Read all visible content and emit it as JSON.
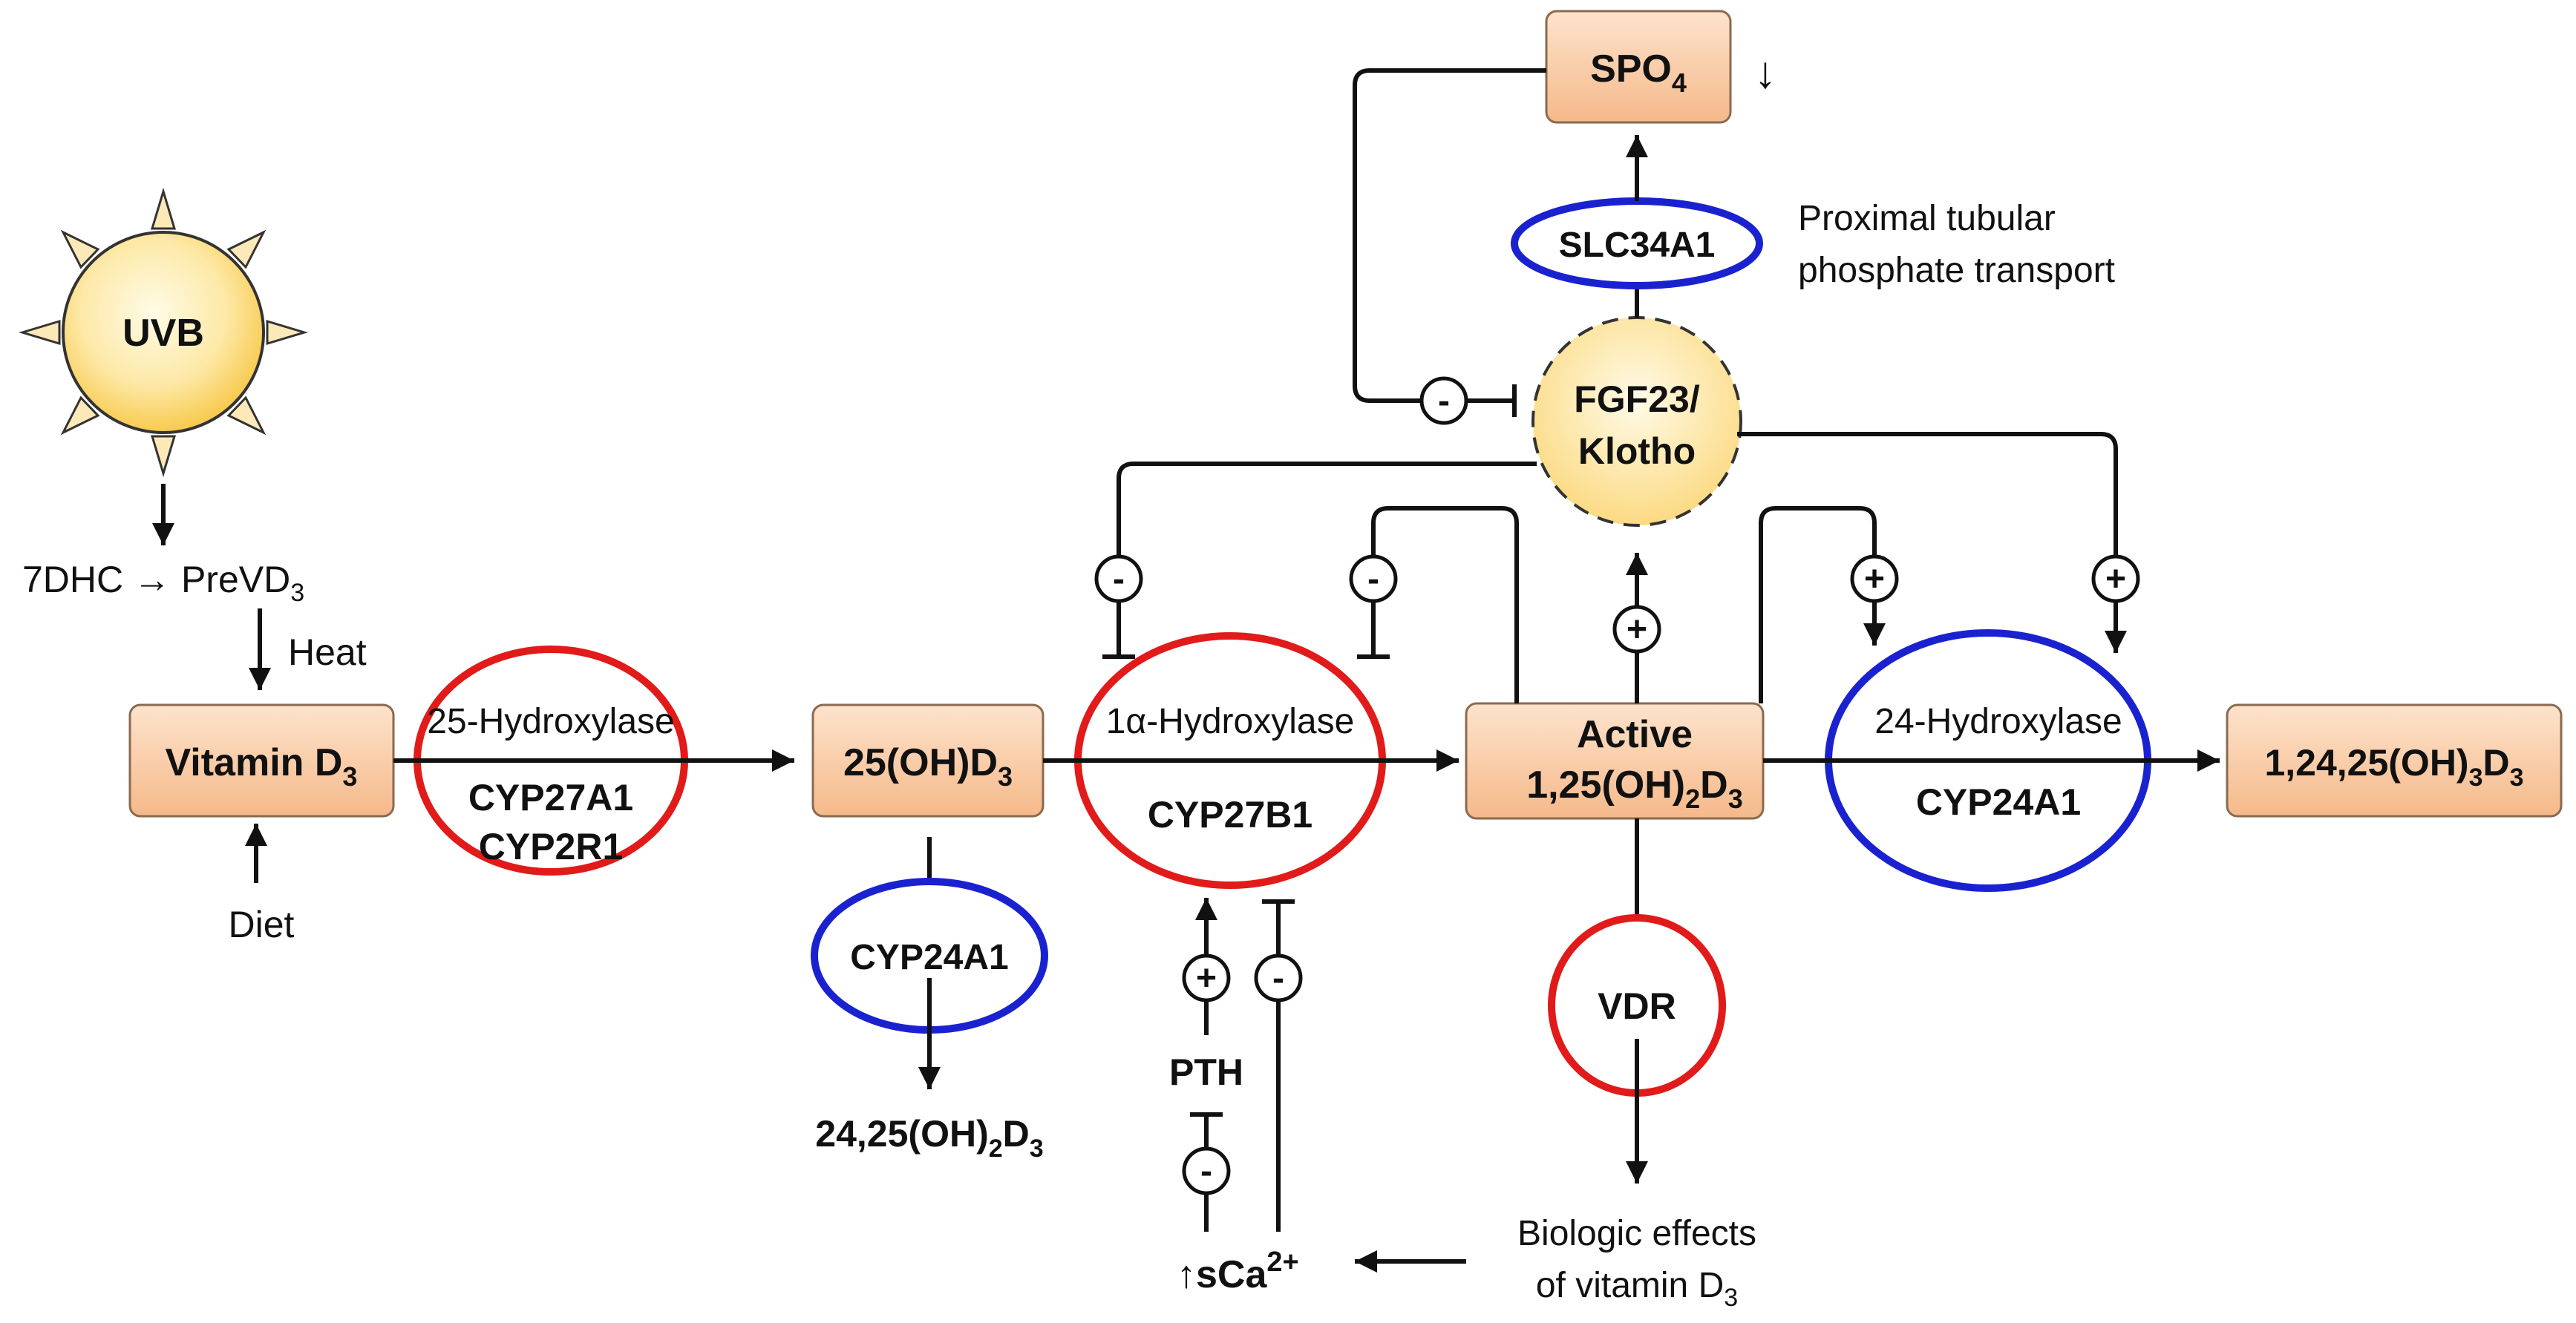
{
  "nodes": {
    "uvb": "UVB",
    "precursor": {
      "a": "7DHC",
      "arrow": "→",
      "b": "PreVD",
      "b_sub": "3"
    },
    "heat": "Heat",
    "diet": "Diet",
    "vitamin_d3": {
      "main": "Vitamin D",
      "sub": "3"
    },
    "oh_d3": {
      "main": "25(OH)D",
      "sub": "3"
    },
    "active": {
      "line1": "Active",
      "line2a": "1,25(OH)",
      "line2_sub1": "2",
      "line2b": "D",
      "line2_sub2": "3"
    },
    "tri_oh": {
      "main": "1,24,25(OH)",
      "sub1": "3",
      "mid": "D",
      "sub2": "3"
    },
    "spo4": {
      "main": "SPO",
      "sub": "4"
    },
    "fgf23": {
      "line1": "FGF23/",
      "line2": "Klotho"
    },
    "di_oh": {
      "main": "24,25(OH)",
      "sub1": "2",
      "mid": "D",
      "sub2": "3"
    },
    "pth": "PTH",
    "sca": {
      "prefix": "↑sCa",
      "sup": "2+"
    }
  },
  "enzymes": {
    "hydroxylase25": {
      "title": "25-Hydroxylase",
      "gene1": "CYP27A1",
      "gene2": "CYP2R1"
    },
    "hydroxylase1a": {
      "title": "1α-Hydroxylase",
      "gene": "CYP27B1"
    },
    "hydroxylase24": {
      "title": "24-Hydroxylase",
      "gene": "CYP24A1"
    },
    "cyp24a1_small": "CYP24A1",
    "slc34a1": "SLC34A1",
    "vdr": "VDR"
  },
  "annotations": {
    "transport_line1": "Proximal tubular",
    "transport_line2": "phosphate transport",
    "effects_line1": "Biologic effects",
    "effects_line2a": "of vitamin D",
    "effects_line2_sub": "3",
    "spo4_trend": "↓"
  },
  "signs": {
    "minus": "-",
    "plus": "+"
  },
  "colors": {
    "stimulating_enzyme": "#e11a1a",
    "inactivating_enzyme": "#1a22d0",
    "box_fill_top": "#fde3cc",
    "box_fill_bottom": "#f5b98a",
    "sun_core": "#fbd35a"
  }
}
